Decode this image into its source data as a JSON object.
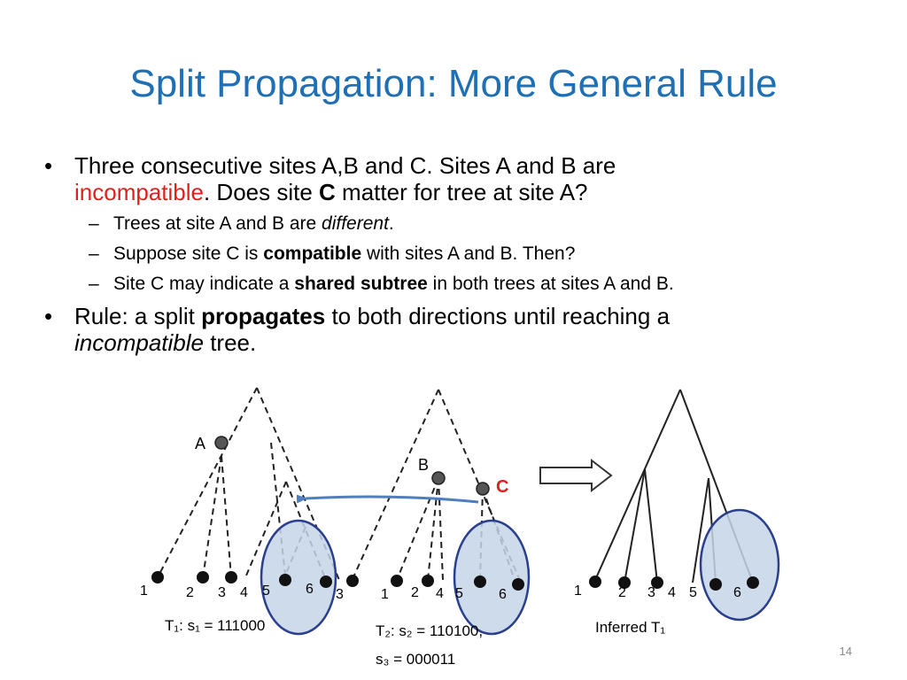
{
  "title": "Split Propagation: More General Rule",
  "bullets": {
    "b1_line1": "Three consecutive sites A,B and C. Sites A and B are",
    "b1_incompatible": "incompatible",
    "b1_line2_a": ". Does site ",
    "b1_c": "C",
    "b1_line2_b": " matter for tree at site A?",
    "s1_a": "Trees at site A and B are ",
    "s1_different": "different",
    "s1_end": ".",
    "s2_a": "Suppose site C is ",
    "s2_compatible": "compatible",
    "s2_b": " with sites A and B. Then?",
    "s3_a": "Site C may indicate a ",
    "s3_shared": "shared subtree",
    "s3_b": " in both trees at sites A and B.",
    "b2_a": "Rule: a split ",
    "b2_propagates": "propagates",
    "b2_b": " to both directions until reaching a",
    "b2_incompatible": "incompatible",
    "b2_tree": " tree."
  },
  "diagram": {
    "label_a": "A",
    "label_b": "B",
    "label_c": "C",
    "tree1_leaves": [
      "1",
      "2",
      "3",
      "4",
      "5",
      "6"
    ],
    "tree2_leaves": [
      "1",
      "2",
      "4",
      "5",
      "6"
    ],
    "tree1_extra_leaf": "3",
    "tree3_leaves": [
      "1",
      "2",
      "3",
      "4",
      "5",
      "6"
    ],
    "caption_t1": "T₁: s₁ = 111000",
    "caption_t2": "T₂: s₂ = 110100,",
    "caption_s3": "s₃ = 000011",
    "caption_inferred": "Inferred T₁"
  },
  "colors": {
    "title": "#1f6fb5",
    "highlight_red": "#e0201c",
    "ellipse_fill": "#c5d5e8",
    "ellipse_stroke": "#2b3f8f",
    "arrow": "#4f7fbf"
  },
  "page_number": "14"
}
